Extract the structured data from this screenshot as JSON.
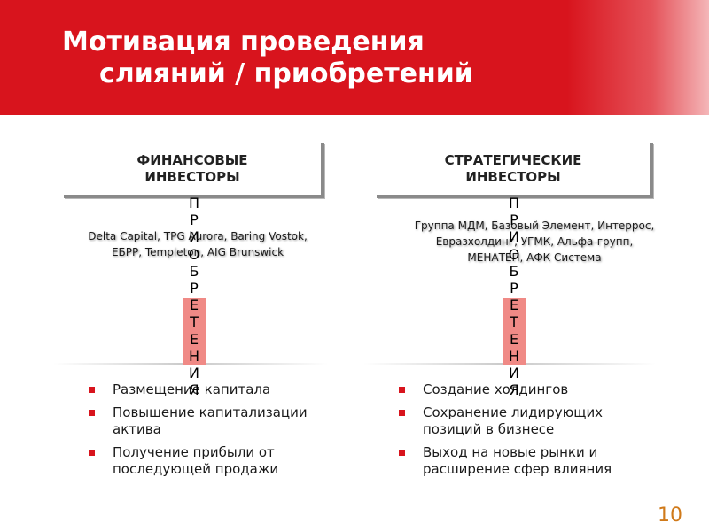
{
  "title": {
    "line1": "Мотивация проведения",
    "line2": "слияний / приобретений"
  },
  "colors": {
    "header_red": "#d8141d",
    "bullet_red": "#d8141d",
    "bar_pink": "#f08a86",
    "page_number": "#d07a1a"
  },
  "left": {
    "box_line1": "ФИНАНСОВЫЕ",
    "box_line2": "ИНВЕСТОРЫ",
    "participants_line1": "Delta Capital, TPG Aurora, Baring Vostok,",
    "participants_line2": "ЕБРР, Templeton, AIG Brunswick",
    "vertical_word": "ПРИОБРЕТЕНИЯ",
    "bullets": [
      "Размещение капитала",
      "Повышение капитализации актива",
      "Получение прибыли от последующей продажи"
    ]
  },
  "right": {
    "box_line1": "СТРАТЕГИЧЕСКИЕ",
    "box_line2": "ИНВЕСТОРЫ",
    "participants_line1": "Группа МДМ, Базовый Элемент, Интеррос,",
    "participants_line2": "Евразхолдинг, УГМК, Альфа-групп,",
    "participants_line3": "МЕНАТЕП, АФК Система",
    "vertical_word": "ПРИОБРЕТЕНИЯ",
    "bullets": [
      "Создание холдингов",
      "Сохранение лидирующих позиций в  бизнесе",
      "Выход на новые рынки и расширение сфер влияния"
    ]
  },
  "page_number": "10"
}
